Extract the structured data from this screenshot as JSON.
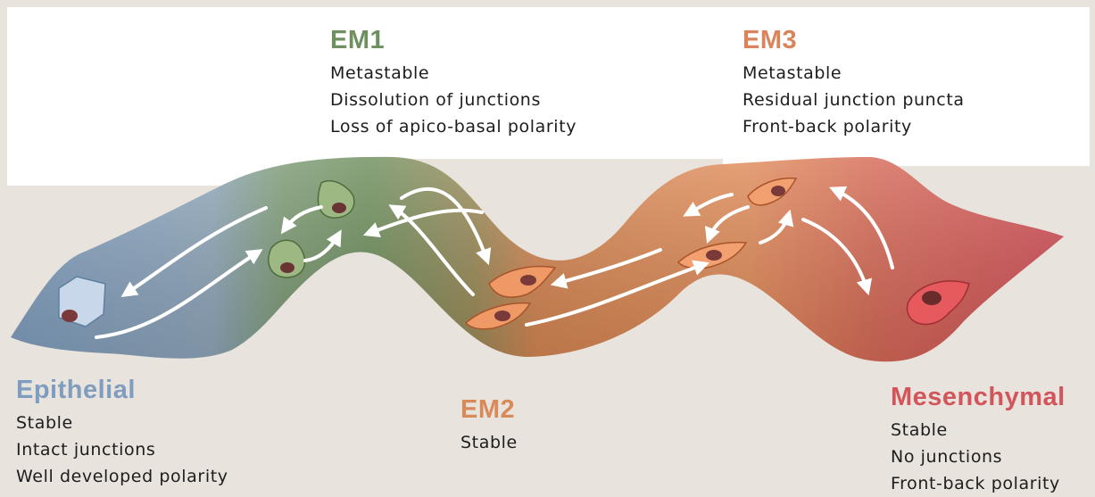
{
  "colors": {
    "epithelial": "#7f9dbe",
    "em1": "#6e8f5e",
    "em2": "#d98a5a",
    "em3": "#d9845a",
    "mesenchymal": "#d2555c",
    "background": "#e8e3dc"
  },
  "states": {
    "em1": {
      "title": "EM1",
      "lines": [
        "Metastable",
        "Dissolution of junctions",
        "Loss of apico-basal polarity"
      ]
    },
    "em3": {
      "title": "EM3",
      "lines": [
        "Metastable",
        "Residual junction puncta",
        "Front-back polarity"
      ]
    },
    "epithelial": {
      "title": "Epithelial",
      "lines": [
        "Stable",
        "Intact junctions",
        "Well developed polarity"
      ]
    },
    "em2": {
      "title": "EM2",
      "lines": [
        "Stable"
      ]
    },
    "mesenchymal": {
      "title": "Mesenchymal",
      "lines": [
        "Stable",
        "No junctions",
        "Front-back polarity"
      ]
    }
  }
}
